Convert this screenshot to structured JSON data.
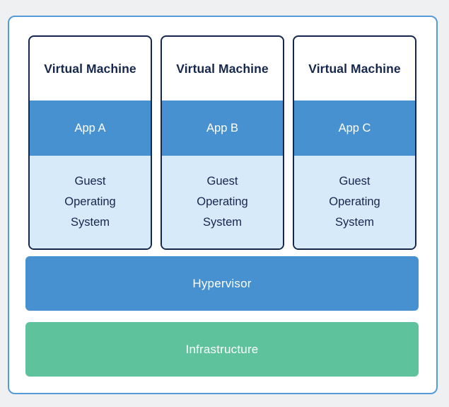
{
  "diagram": {
    "vms": [
      {
        "title": "Virtual Machine",
        "app": "App A",
        "guest": "Guest\nOperating\nSystem"
      },
      {
        "title": "Virtual Machine",
        "app": "App B",
        "guest": "Guest\nOperating\nSystem"
      },
      {
        "title": "Virtual Machine",
        "app": "App C",
        "guest": "Guest\nOperating\nSystem"
      }
    ],
    "hypervisor_label": "Hypervisor",
    "infrastructure_label": "Infrastructure",
    "colors": {
      "page_bg": "#eef0f2",
      "container_bg": "#ffffff",
      "container_border": "#549bd8",
      "vm_border": "#16274d",
      "dark_text": "#16274d",
      "app_blue": "#4791d0",
      "guest_blue": "#d6eafa",
      "infra_green": "#5ec29d",
      "white_text": "#ffffff"
    }
  }
}
